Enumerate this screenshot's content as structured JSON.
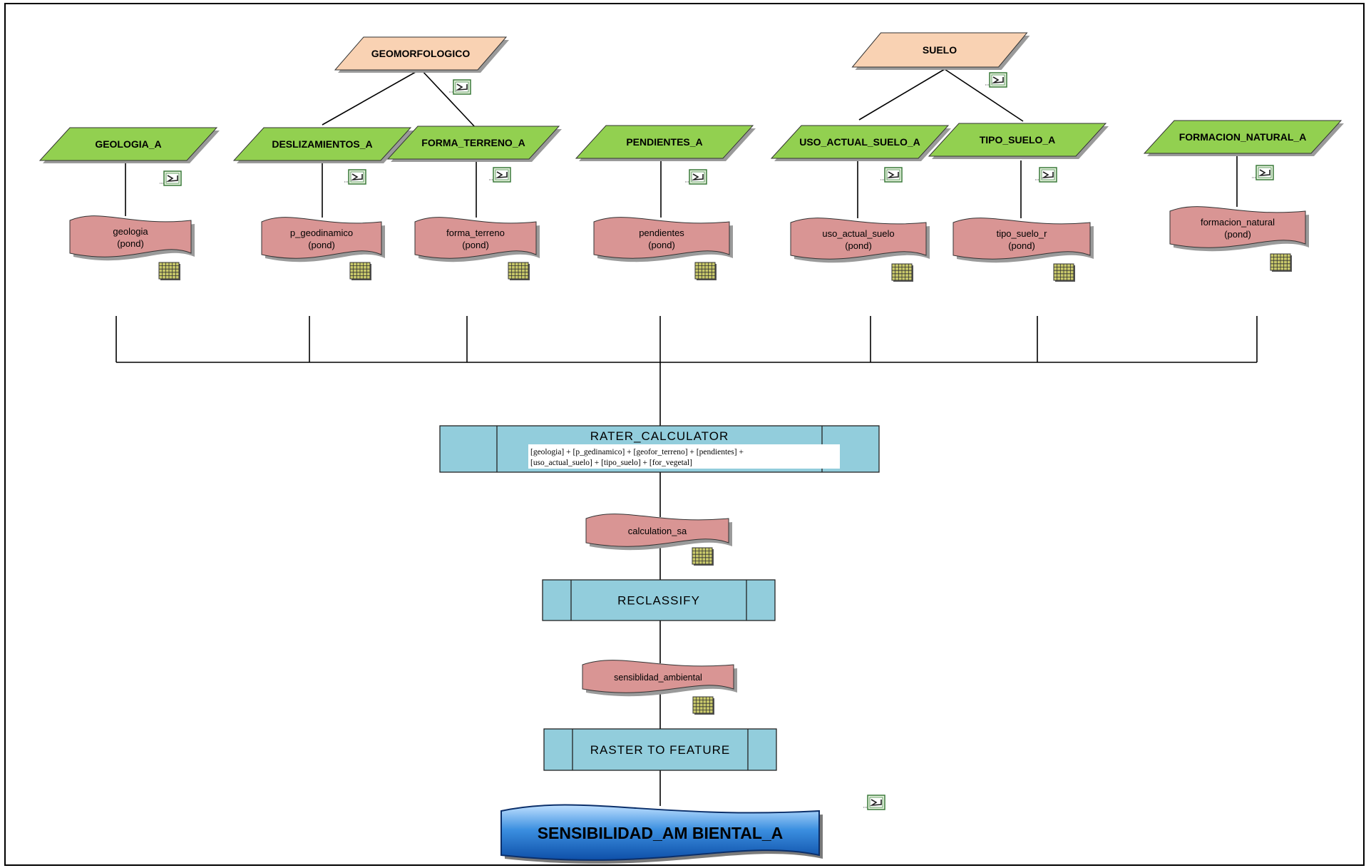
{
  "diagram": {
    "themes": [
      {
        "id": "geomorfologico",
        "label": "GEOMORFOLOGICO",
        "fill": "#f9d2b3"
      },
      {
        "id": "suelo",
        "label": "SUELO",
        "fill": "#f9d2b3"
      }
    ],
    "layers": [
      {
        "id": "geologia",
        "label": "GEOLOGIA_A"
      },
      {
        "id": "deslizamientos",
        "label": "DESLIZAMIENTOS_A"
      },
      {
        "id": "forma-terreno",
        "label": "FORMA_TERRENO_A"
      },
      {
        "id": "pendientes",
        "label": "PENDIENTES_A"
      },
      {
        "id": "uso-actual-suelo",
        "label": "USO_ACTUAL_SUELO_A"
      },
      {
        "id": "tipo-suelo",
        "label": "TIPO_SUELO_A"
      },
      {
        "id": "formacion-natural",
        "label": "FORMACION_NATURAL_A"
      }
    ],
    "rasters": [
      {
        "id": "geologia",
        "line1": "geologia",
        "line2": "(pond)"
      },
      {
        "id": "p-geodinamico",
        "line1": "p_geodinamico",
        "line2": "(pond)"
      },
      {
        "id": "forma-terreno",
        "line1": "forma_terreno",
        "line2": "(pond)"
      },
      {
        "id": "pendientes",
        "line1": "pendientes",
        "line2": "(pond)"
      },
      {
        "id": "uso-actual-suelo",
        "line1": "uso_actual_suelo",
        "line2": "(pond)"
      },
      {
        "id": "tipo-suelo",
        "line1": "tipo_suelo_r",
        "line2": "(pond)"
      },
      {
        "id": "formacion-natural",
        "line1": "formacion_natural",
        "line2": "(pond)"
      }
    ],
    "raster_calculator": {
      "label": "RATER_CALCULATOR",
      "expression_line1": "[geologia] + [p_gedinamico] + [geofor_terreno] + [pendientes] +",
      "expression_line2": "[uso_actual_suelo] + [tipo_suelo] + [for_vegetal]"
    },
    "calculation_output": {
      "label": "calculation_sa"
    },
    "reclassify": {
      "label": "RECLASSIFY"
    },
    "reclass_output": {
      "label": "sensiblidad_ambiental"
    },
    "raster_to_feature": {
      "label": "RASTER TO FEATURE"
    },
    "final_output": {
      "label": "SENSIBILIDAD_AM BIENTAL_A"
    },
    "colors": {
      "layer_fill": "#92d050",
      "raster_fill": "#d99594",
      "process_fill": "#92cddc",
      "final_fill": "#1f6fc5",
      "line": "#000000"
    },
    "icon_names": {
      "feature": "feature-class-icon",
      "raster": "raster-grid-icon"
    }
  }
}
